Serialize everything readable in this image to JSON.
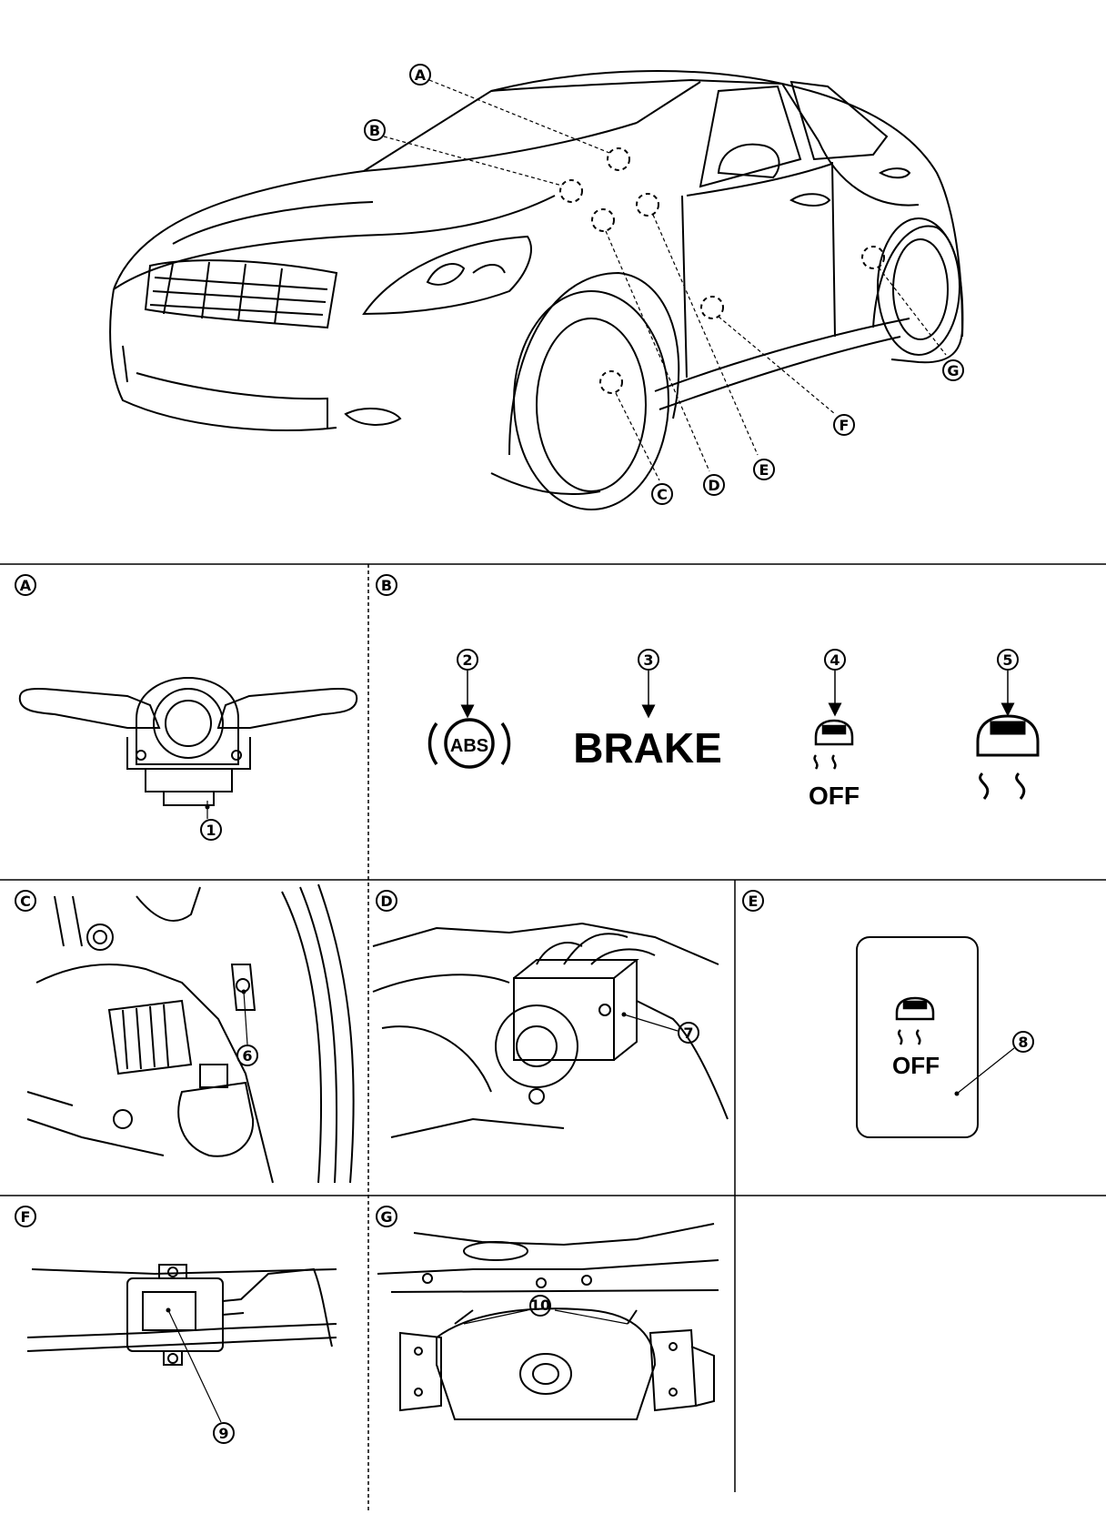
{
  "overview": {
    "labels": [
      "A",
      "B",
      "C",
      "D",
      "E",
      "F",
      "G"
    ]
  },
  "panels": {
    "a": {
      "letter": "A",
      "callout": "1"
    },
    "b": {
      "letter": "B",
      "callouts": [
        "2",
        "3",
        "4",
        "5"
      ],
      "abs_text": "ABS",
      "brake_text": "BRAKE",
      "off_text": "OFF"
    },
    "c": {
      "letter": "C",
      "callout": "6"
    },
    "d": {
      "letter": "D",
      "callout": "7"
    },
    "e": {
      "letter": "E",
      "callout": "8",
      "off_text": "OFF"
    },
    "f": {
      "letter": "F",
      "callout": "9"
    },
    "g": {
      "letter": "G",
      "callout": "10"
    }
  }
}
